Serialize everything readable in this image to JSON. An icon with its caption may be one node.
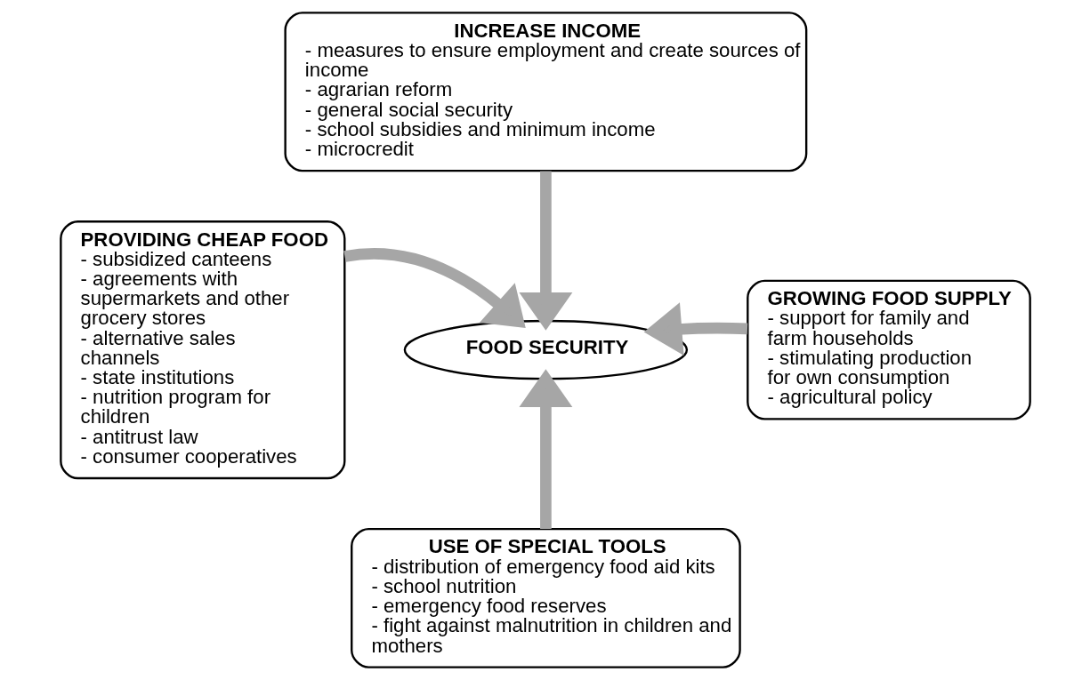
{
  "diagram": {
    "nodes": [
      {
        "text": [
          "FOOD SECURITY"
        ]
      },
      {
        "text": [
          "INCREASE INCOME",
          "- measures to ensure employment and create sources of income",
          "- agrarian reform",
          "- general social security",
          "- school subsidies and minimum income",
          "- microcredit"
        ]
      },
      {
        "text": [
          "PROVIDING CHEAP FOOD",
          "- subsidized canteens",
          "- agreements with supermarkets and other grocery stores",
          "- alternative sales channels",
          "- state institutions",
          "- nutrition program for children",
          "- antitrust law",
          "- consumer cooperatives"
        ]
      },
      {
        "text": [
          "GROWING FOOD SUPPLY",
          "- support for family and farm households",
          "- stimulating production for own consumption",
          "- agricultural policy"
        ]
      },
      {
        "text": [
          "USE OF SPECIAL TOOLS",
          "- distribution of emergency food aid kits",
          "- school nutrition",
          "- emergency food reserves",
          "- fight against malnutrition in children and mothers"
        ]
      }
    ],
    "edges": [
      {
        "from": 1,
        "to": 0,
        "arrow": "to"
      },
      {
        "from": 2,
        "to": 0,
        "arrow": "to"
      },
      {
        "from": 3,
        "to": 0,
        "arrow": "to"
      },
      {
        "from": 4,
        "to": 0,
        "arrow": "to"
      }
    ]
  }
}
